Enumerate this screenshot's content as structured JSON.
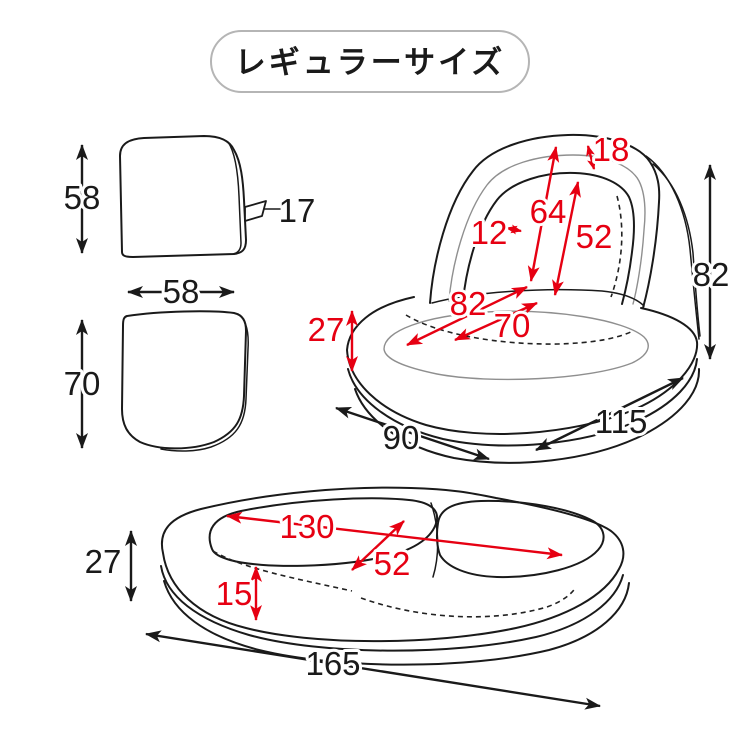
{
  "title": "レギュラーサイズ",
  "colors": {
    "dimension_red": "#e60012",
    "line_black": "#1a1a1a",
    "line_gray": "#8f8f8f",
    "pill_border": "#b5b5b5",
    "background": "#ffffff"
  },
  "views": {
    "back_cushion": {
      "height": "58",
      "width": "58",
      "thickness": "17"
    },
    "seat_cushion": {
      "height": "70"
    },
    "chair": {
      "top_edge": "18",
      "back_height_outer": "64",
      "back_height_inner": "52",
      "back_thickness": "12",
      "seat_diag_long": "82",
      "seat_diag_short": "70",
      "seat_thickness": "27",
      "total_height": "82",
      "depth": "90",
      "width": "115"
    },
    "flat": {
      "cushion_length": "130",
      "cushion_width": "52",
      "thickness": "27",
      "lower_thickness": "15",
      "total_length": "165"
    }
  }
}
